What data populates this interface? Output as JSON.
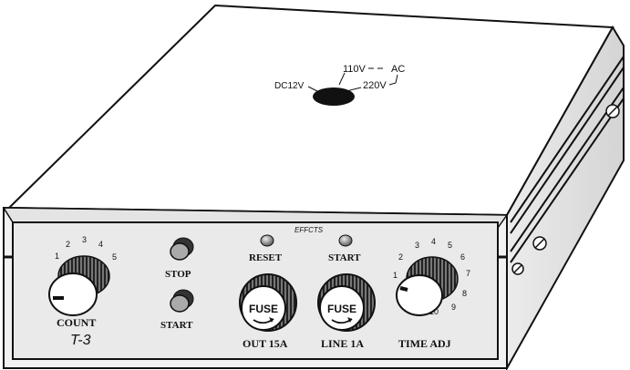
{
  "top_panel": {
    "voltage_dc": "DC12V",
    "voltage_110": "110V",
    "voltage_ac": "AC",
    "voltage_220": "220V"
  },
  "front_panel": {
    "effects_label": "EFFCTS",
    "count_knob": {
      "label": "COUNT",
      "model": "T-3",
      "scale": [
        "1",
        "2",
        "3",
        "4",
        "5"
      ]
    },
    "stop_button_label": "STOP",
    "start_button_label": "START",
    "indicators": {
      "reset_label": "RESET",
      "start_label": "START"
    },
    "fuse_out": {
      "cap_text": "FUSE",
      "label": "OUT 15A"
    },
    "fuse_line": {
      "cap_text": "FUSE",
      "label": "LINE 1A"
    },
    "time_knob": {
      "label": "TIME ADJ",
      "scale": [
        "1",
        "2",
        "3",
        "4",
        "5",
        "6",
        "7",
        "8",
        "9",
        "10"
      ]
    }
  },
  "icons": [
    "screw-icon",
    "fuse-arrow-icon",
    "knob-pointer-icon"
  ]
}
